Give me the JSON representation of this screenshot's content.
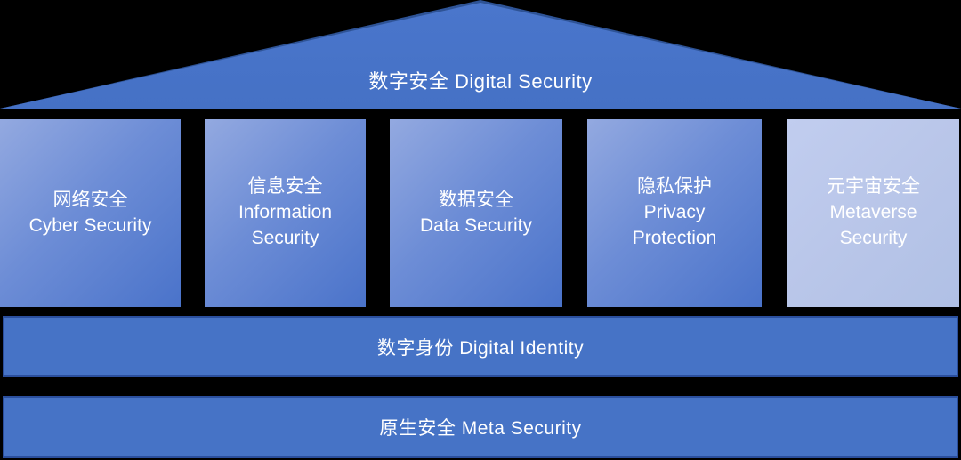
{
  "roof": {
    "label": "数字安全 Digital Security"
  },
  "pillars": [
    {
      "cn": "网络安全",
      "en": "Cyber Security"
    },
    {
      "cn": "信息安全",
      "en": "Information Security"
    },
    {
      "cn": "数据安全",
      "en": "Data Security"
    },
    {
      "cn": "隐私保护",
      "en": "Privacy Protection"
    },
    {
      "cn": "元宇宙安全",
      "en": "Metaverse Security"
    }
  ],
  "bars": [
    {
      "label": "数字身份 Digital Identity"
    },
    {
      "label": "原生安全 Meta Security"
    }
  ],
  "palette": {
    "background": "#000000",
    "roof_fill": "#4a76cc",
    "roof_edge": "#2e5396",
    "pillar_gradient_start": "#93a9e0",
    "pillar_gradient_end": "#4a73ca",
    "pillar_light_start": "#c1cdef",
    "pillar_light_end": "#b0c0e5",
    "bar_fill": "#4673c6",
    "bar_border": "#2b4f9d",
    "text": "#ffffff"
  }
}
